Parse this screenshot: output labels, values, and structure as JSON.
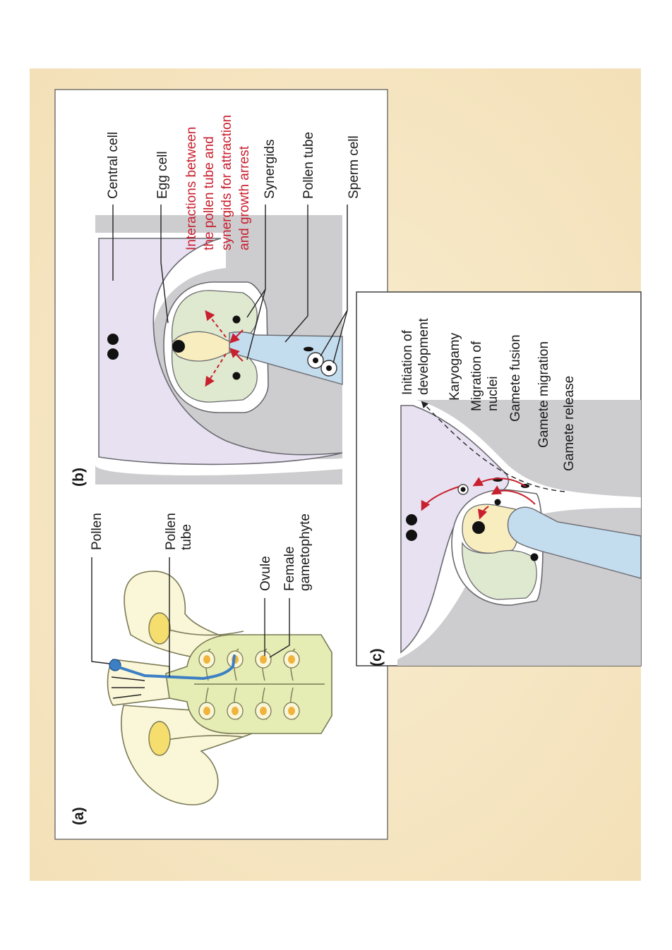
{
  "colors": {
    "parchment": "#f6e7c4",
    "panel_gray": "#cdcdd0",
    "central_cell": "#e8e1f1",
    "synergid": "#dfe9cf",
    "egg_cell": "#f8edbf",
    "pollen_tube": "#c3dcee",
    "flower_cream": "#faf6d8",
    "ovary_green": "#e5ecb4",
    "ovule_orange": "#f0b43c",
    "pollen_blue": "#3c7fc4",
    "annotation_red": "#c8202f"
  },
  "panel_a": {
    "tag": "(a)",
    "labels": {
      "pollen": "Pollen",
      "pollen_tube_1": "Pollen",
      "pollen_tube_2": "tube",
      "ovule": "Ovule",
      "female_1": "Female",
      "female_2": "gametophyte"
    }
  },
  "panel_b": {
    "tag": "(b)",
    "labels": {
      "central_cell": "Central cell",
      "egg_cell": "Egg cell",
      "synergids": "Synergids",
      "pollen_tube": "Pollen tube",
      "sperm_cell": "Sperm cell"
    },
    "interaction_lines": [
      "Interactions between",
      "the pollen tube and",
      "synergids for attraction",
      "and growth arrest"
    ]
  },
  "panel_c": {
    "tag": "(c)",
    "labels": {
      "initiation_1": "Initiation of",
      "initiation_2": "development",
      "karyogamy": "Karyogamy",
      "migration_1": "Migration of",
      "migration_2": "nuclei",
      "gamete_fusion": "Gamete fusion",
      "gamete_migration": "Gamete migration",
      "gamete_release": "Gamete release"
    }
  }
}
